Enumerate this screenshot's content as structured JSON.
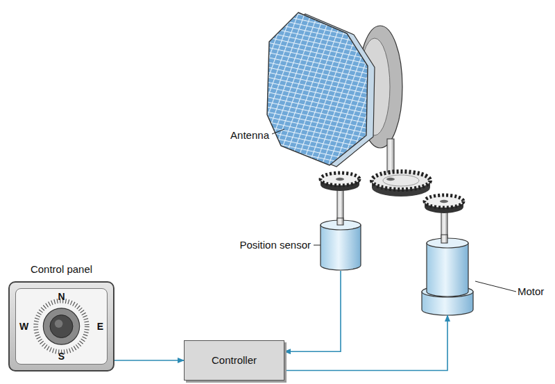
{
  "diagram": {
    "nodes": [
      {
        "text": [
          "Control panel",
          "N",
          "W",
          "E",
          "S"
        ]
      },
      {
        "text": [
          "Controller"
        ]
      },
      {
        "text": [
          "Position sensor"
        ]
      },
      {
        "text": [
          "Motor"
        ]
      }
    ],
    "edges": [
      {
        "from": 0,
        "to": 1,
        "arrow": "to"
      },
      {
        "from": 2,
        "to": 1,
        "arrow": "to"
      },
      {
        "from": 1,
        "to": 3,
        "arrow": "to"
      }
    ],
    "labels": [
      "Antenna"
    ]
  }
}
